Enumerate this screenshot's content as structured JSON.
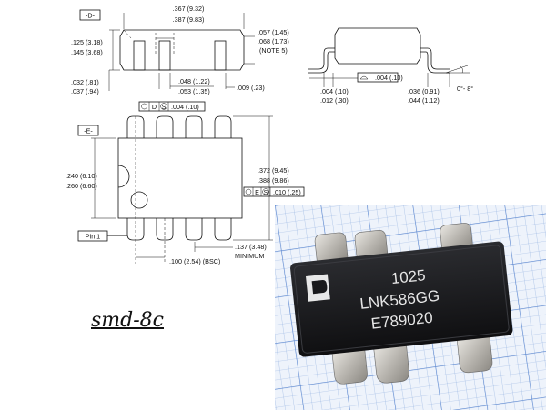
{
  "package_label": "smd-8c",
  "datums": {
    "d": "-D-",
    "e": "-E-"
  },
  "pin1_label": "Pin 1",
  "dims": {
    "top_len_a": ".367 (9.32)",
    "top_len_b": ".387 (9.83)",
    "top_w_a": ".125 (3.18)",
    "top_w_b": ".145 (3.68)",
    "lead_t_a": ".032 (.81)",
    "lead_t_b": ".037 (.94)",
    "lead_w_a": ".048 (1.22)",
    "lead_w_b": ".053 (1.35)",
    "lead_gap": ".009 (.23)",
    "h_a": ".057 (1.45)",
    "h_b": ".068 (1.73)",
    "note": "(NOTE 5)",
    "tol_top_left": "D",
    "tol_top_s": "S",
    "tol_top_val": ".004 (.10)",
    "side_tol_val": ".004 (.10)",
    "side_a_a": ".004 (.10)",
    "side_a_b": ".012 (.30)",
    "side_b_a": ".036 (0.91)",
    "side_b_b": ".044 (1.12)",
    "angle": "0°- 8°",
    "body_w_a": ".240 (6.10)",
    "body_w_b": ".260 (6.60)",
    "span_a": ".372 (9.45)",
    "span_b": ".388 (9.86)",
    "tol_e": "E",
    "tol_e_s": "S",
    "tol_e_val": ".010 (.25)",
    "pitch": ".100 (2.54) (BSC)",
    "min_a": ".137 (3.48)",
    "min_b": "MINIMUM"
  },
  "chip_marking": {
    "line1": "1025",
    "line2": "LNK586GG",
    "line3": "E789020"
  },
  "colors": {
    "ink": "#111111",
    "chip_body": "#1a1a1c",
    "lead_metal": "#c9c7c2",
    "grid_paper": "#eef3fb",
    "grid_line": "#7a9fd6"
  }
}
